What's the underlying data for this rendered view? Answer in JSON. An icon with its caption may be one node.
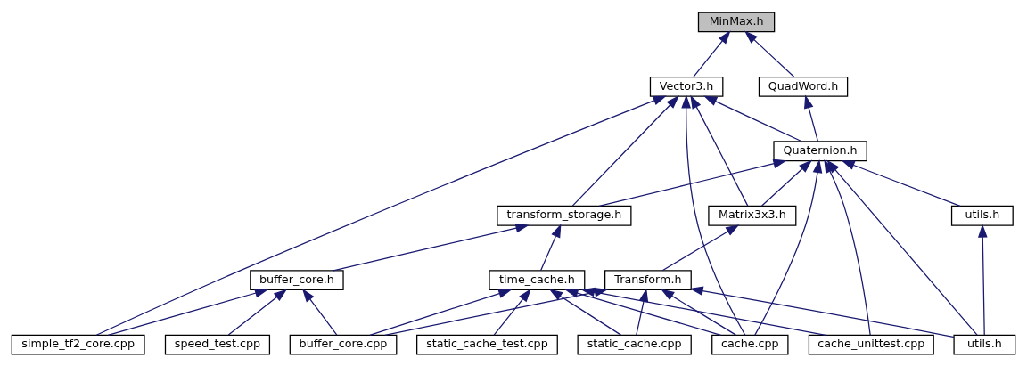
{
  "diagram": {
    "nodes": [
      {
        "text": [
          "MinMax.h"
        ]
      },
      {
        "text": [
          "Vector3.h"
        ]
      },
      {
        "text": [
          "QuadWord.h"
        ]
      },
      {
        "text": [
          "Quaternion.h"
        ]
      },
      {
        "text": [
          "transform_storage.h"
        ]
      },
      {
        "text": [
          "Matrix3x3.h"
        ]
      },
      {
        "text": [
          "utils.h"
        ]
      },
      {
        "text": [
          "buffer_core.h"
        ]
      },
      {
        "text": [
          "time_cache.h"
        ]
      },
      {
        "text": [
          "Transform.h"
        ]
      },
      {
        "text": [
          "simple_tf2_core.cpp"
        ]
      },
      {
        "text": [
          "speed_test.cpp"
        ]
      },
      {
        "text": [
          "static_cache_test.cpp"
        ]
      },
      {
        "text": [
          "buffer_core.cpp"
        ]
      },
      {
        "text": [
          "static_cache.cpp"
        ]
      },
      {
        "text": [
          "cache.cpp"
        ]
      },
      {
        "text": [
          "cache_unittest.cpp"
        ]
      },
      {
        "text": [
          "utils.h"
        ]
      }
    ],
    "edges": [
      {
        "from": 1,
        "to": 0,
        "arrow": "to"
      },
      {
        "from": 2,
        "to": 0,
        "arrow": "to"
      },
      {
        "from": 3,
        "to": 1,
        "arrow": "to"
      },
      {
        "from": 3,
        "to": 2,
        "arrow": "to"
      },
      {
        "from": 10,
        "to": 1,
        "arrow": "to"
      },
      {
        "from": 4,
        "to": 1,
        "arrow": "to"
      },
      {
        "from": 5,
        "to": 1,
        "arrow": "to"
      },
      {
        "from": 15,
        "to": 1,
        "arrow": "to"
      },
      {
        "from": 4,
        "to": 3,
        "arrow": "to"
      },
      {
        "from": 5,
        "to": 3,
        "arrow": "to"
      },
      {
        "from": 15,
        "to": 3,
        "arrow": "to"
      },
      {
        "from": 16,
        "to": 3,
        "arrow": "to"
      },
      {
        "from": 6,
        "to": 3,
        "arrow": "to"
      },
      {
        "from": 17,
        "to": 3,
        "arrow": "to"
      },
      {
        "from": 7,
        "to": 4,
        "arrow": "to"
      },
      {
        "from": 8,
        "to": 4,
        "arrow": "to"
      },
      {
        "from": 9,
        "to": 5,
        "arrow": "to"
      },
      {
        "from": 17,
        "to": 6,
        "arrow": "to"
      },
      {
        "from": 10,
        "to": 7,
        "arrow": "to"
      },
      {
        "from": 11,
        "to": 7,
        "arrow": "to"
      },
      {
        "from": 13,
        "to": 7,
        "arrow": "to"
      },
      {
        "from": 12,
        "to": 8,
        "arrow": "to"
      },
      {
        "from": 13,
        "to": 8,
        "arrow": "to"
      },
      {
        "from": 14,
        "to": 8,
        "arrow": "to"
      },
      {
        "from": 15,
        "to": 8,
        "arrow": "to"
      },
      {
        "from": 16,
        "to": 8,
        "arrow": "to"
      },
      {
        "from": 13,
        "to": 9,
        "arrow": "to"
      },
      {
        "from": 14,
        "to": 9,
        "arrow": "to"
      },
      {
        "from": 15,
        "to": 9,
        "arrow": "to"
      },
      {
        "from": 17,
        "to": 9,
        "arrow": "to"
      }
    ]
  }
}
